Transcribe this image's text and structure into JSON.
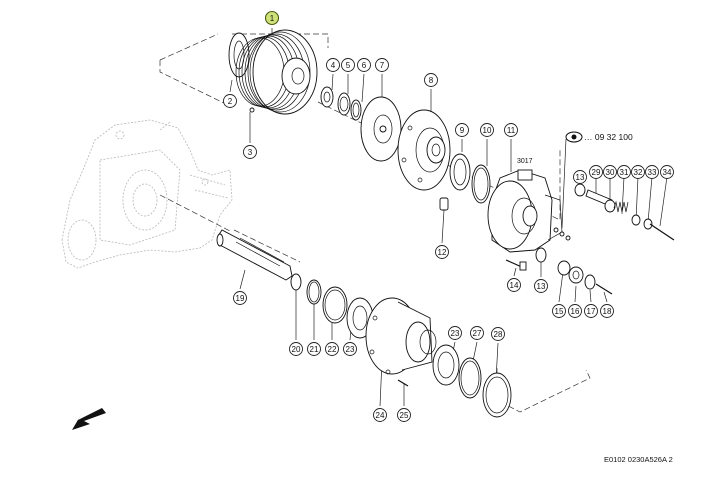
{
  "callouts": [
    {
      "n": "1",
      "highlight": true
    },
    {
      "n": "2"
    },
    {
      "n": "3"
    },
    {
      "n": "4"
    },
    {
      "n": "5"
    },
    {
      "n": "6"
    },
    {
      "n": "7"
    },
    {
      "n": "8"
    },
    {
      "n": "9"
    },
    {
      "n": "10"
    },
    {
      "n": "11"
    },
    {
      "n": "12"
    },
    {
      "n": "13"
    },
    {
      "n": "13"
    },
    {
      "n": "14"
    },
    {
      "n": "15"
    },
    {
      "n": "16"
    },
    {
      "n": "17"
    },
    {
      "n": "18"
    },
    {
      "n": "19"
    },
    {
      "n": "20"
    },
    {
      "n": "21"
    },
    {
      "n": "22"
    },
    {
      "n": "23"
    },
    {
      "n": "23"
    },
    {
      "n": "24"
    },
    {
      "n": "25"
    },
    {
      "n": "27"
    },
    {
      "n": "28"
    },
    {
      "n": "29"
    },
    {
      "n": "30"
    },
    {
      "n": "31"
    },
    {
      "n": "32"
    },
    {
      "n": "33"
    },
    {
      "n": "34"
    }
  ],
  "labels": {
    "ref_text": "3017",
    "serial_text": "… 09 32 100",
    "doc_id": "E0102 0230A526A 2"
  },
  "colors": {
    "highlight": "#cfe27a",
    "line": "#111111",
    "ghost": "#b8b8b8"
  },
  "icons": {
    "serial_marker": "eye-icon",
    "direction": "arrow-down-left-icon"
  }
}
